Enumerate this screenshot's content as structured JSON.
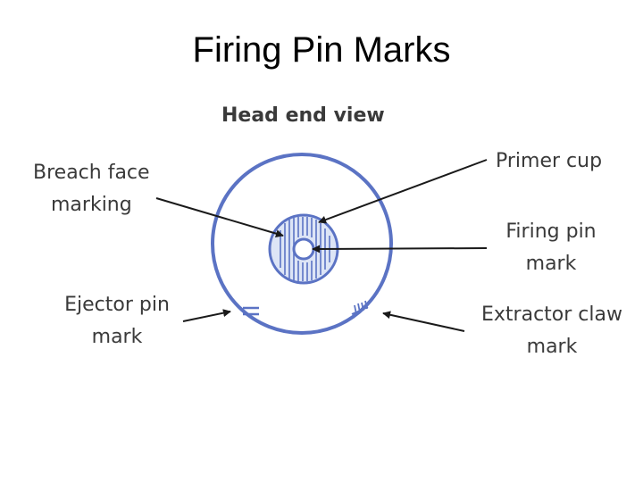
{
  "slide": {
    "title": "Firing Pin Marks"
  },
  "diagram": {
    "heading": "Head end view",
    "labels": {
      "breach_face": [
        "Breach face",
        "marking"
      ],
      "primer_cup": "Primer cup",
      "firing_pin": [
        "Firing pin",
        "mark"
      ],
      "ejector_pin": [
        "Ejector pin",
        "mark"
      ],
      "extractor_claw": [
        "Extractor claw",
        "mark"
      ]
    },
    "colors": {
      "casing": "#5b73c4",
      "primer_fill": "#dde5f6",
      "arrow": "#1a1a1a",
      "label_text": "#3a3a3a"
    }
  }
}
